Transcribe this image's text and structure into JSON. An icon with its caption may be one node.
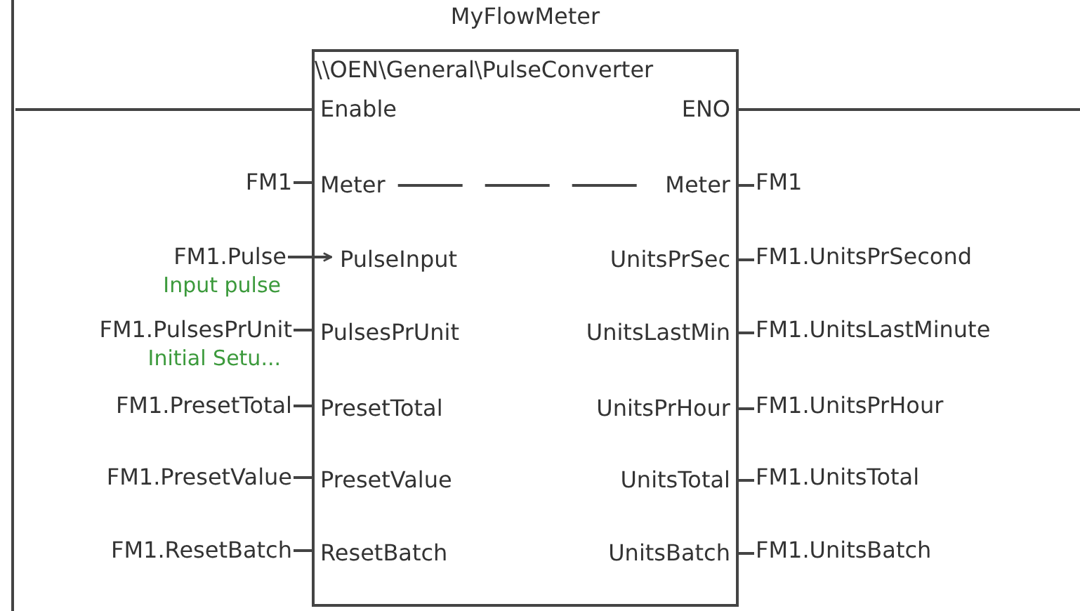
{
  "diagram": {
    "nodes": [
      {
        "text": [],
        "shape": "bar"
      },
      {
        "text": [
          "MyFlowMeter",
          "\\\\OEN\\General\\PulseConverter"
        ]
      },
      {
        "text": [
          "Enable"
        ],
        "in": 1
      },
      {
        "text": [
          "ENO"
        ],
        "in": 1
      },
      {
        "text": [
          "Meter"
        ],
        "in": 1
      },
      {
        "text": [
          "Meter"
        ],
        "in": 1
      },
      {
        "text": [
          "PulseInput"
        ],
        "in": 1
      },
      {
        "text": [
          "UnitsPrSec"
        ],
        "in": 1
      },
      {
        "text": [
          "PulsesPrUnit"
        ],
        "in": 1
      },
      {
        "text": [
          "UnitsLastMin"
        ],
        "in": 1
      },
      {
        "text": [
          "PresetTotal"
        ],
        "in": 1
      },
      {
        "text": [
          "UnitsPrHour"
        ],
        "in": 1
      },
      {
        "text": [
          "PresetValue"
        ],
        "in": 1
      },
      {
        "text": [
          "UnitsTotal"
        ],
        "in": 1
      },
      {
        "text": [
          "ResetBatch"
        ],
        "in": 1
      },
      {
        "text": [
          "UnitsBatch"
        ],
        "in": 1
      },
      {
        "text": [
          "FM1"
        ]
      },
      {
        "text": [
          "FM1"
        ]
      },
      {
        "text": [
          "FM1.Pulse"
        ],
        "beside": [
          "Input pulse"
        ]
      },
      {
        "text": [
          "FM1.UnitsPrSecond"
        ]
      },
      {
        "text": [
          "FM1.PulsesPrUnit"
        ],
        "beside": [
          "Initial Setu..."
        ]
      },
      {
        "text": [
          "FM1.UnitsLastMinute"
        ]
      },
      {
        "text": [
          "FM1.PresetTotal"
        ]
      },
      {
        "text": [
          "FM1.UnitsPrHour"
        ]
      },
      {
        "text": [
          "FM1.PresetValue"
        ]
      },
      {
        "text": [
          "FM1.UnitsTotal"
        ]
      },
      {
        "text": [
          "FM1.ResetBatch"
        ]
      },
      {
        "text": [
          "FM1.UnitsBatch"
        ]
      }
    ],
    "edges": [
      {
        "from": 0,
        "to": 2,
        "arrow": "none"
      },
      {
        "from": 3,
        "to": null,
        "arrow": "none"
      },
      {
        "from": 16,
        "to": 4,
        "arrow": "none"
      },
      {
        "from": 4,
        "to": 5,
        "arrow": "none",
        "style": "dashed"
      },
      {
        "from": 5,
        "to": 17,
        "arrow": "none"
      },
      {
        "from": 18,
        "to": 6,
        "arrow": "to"
      },
      {
        "from": 7,
        "to": 19,
        "arrow": "none"
      },
      {
        "from": 20,
        "to": 8,
        "arrow": "none"
      },
      {
        "from": 9,
        "to": 21,
        "arrow": "none"
      },
      {
        "from": 22,
        "to": 10,
        "arrow": "none"
      },
      {
        "from": 11,
        "to": 23,
        "arrow": "none"
      },
      {
        "from": 24,
        "to": 12,
        "arrow": "none"
      },
      {
        "from": 13,
        "to": 25,
        "arrow": "none"
      },
      {
        "from": 26,
        "to": 14,
        "arrow": "none"
      },
      {
        "from": 15,
        "to": 27,
        "arrow": "none"
      }
    ]
  }
}
